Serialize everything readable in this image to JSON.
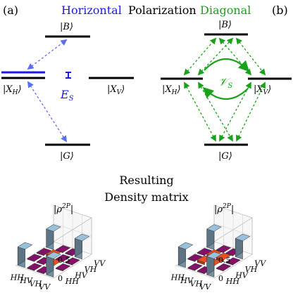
{
  "labels": {
    "panel_a": "(a)",
    "panel_b": "(b)",
    "horizontal": "Horizontal",
    "polarization": "Polarization",
    "diagonal": "Diagonal",
    "state_b": "|B⟩",
    "state_g": "|G⟩",
    "state_xh": "|X",
    "state_xh_sub": "H",
    "state_xv": "|X",
    "state_xv_sub": "V",
    "ket_close": "⟩",
    "energy_symbol": "E",
    "energy_sub": "S",
    "coupling_symbol": "𝒱",
    "coupling_sub": "S",
    "resulting": "Resulting",
    "density_matrix": "Density matrix",
    "rho_label": "|ρ",
    "rho_sup": "2P",
    "rho_close": "|",
    "zticks": [
      "0",
      "0.5"
    ],
    "row_labels": [
      "HH",
      "HV",
      "VH",
      "VV"
    ],
    "col_labels": [
      "VV",
      "VH",
      "HV",
      "HH"
    ]
  },
  "colors": {
    "horizontal": "#1a1ae6",
    "diagonal": "#1aa31a",
    "arrow_blue": "#5a6ef0",
    "bar_blue": "#8fb3cc",
    "bar_red": "#d9481f",
    "bar_purple": "#7a1060"
  },
  "density_matrices": [
    {
      "panel": "horizontal",
      "tall_bars": [
        "HH-HH",
        "HH-VV",
        "VV-HH",
        "VV-VV"
      ],
      "tall_value": 0.5,
      "red_tiles": [
        "HV-VH",
        "VH-HV"
      ],
      "purple_tiles": "others"
    },
    {
      "panel": "diagonal",
      "tall_bars": [
        "HH-HH",
        "HH-VV",
        "VV-HH",
        "VV-VV"
      ],
      "tall_value": 0.5,
      "red_tiles": [
        "HV-HV",
        "VH-VH",
        "HV-VH",
        "VH-HV"
      ],
      "purple_tiles": "others"
    }
  ]
}
